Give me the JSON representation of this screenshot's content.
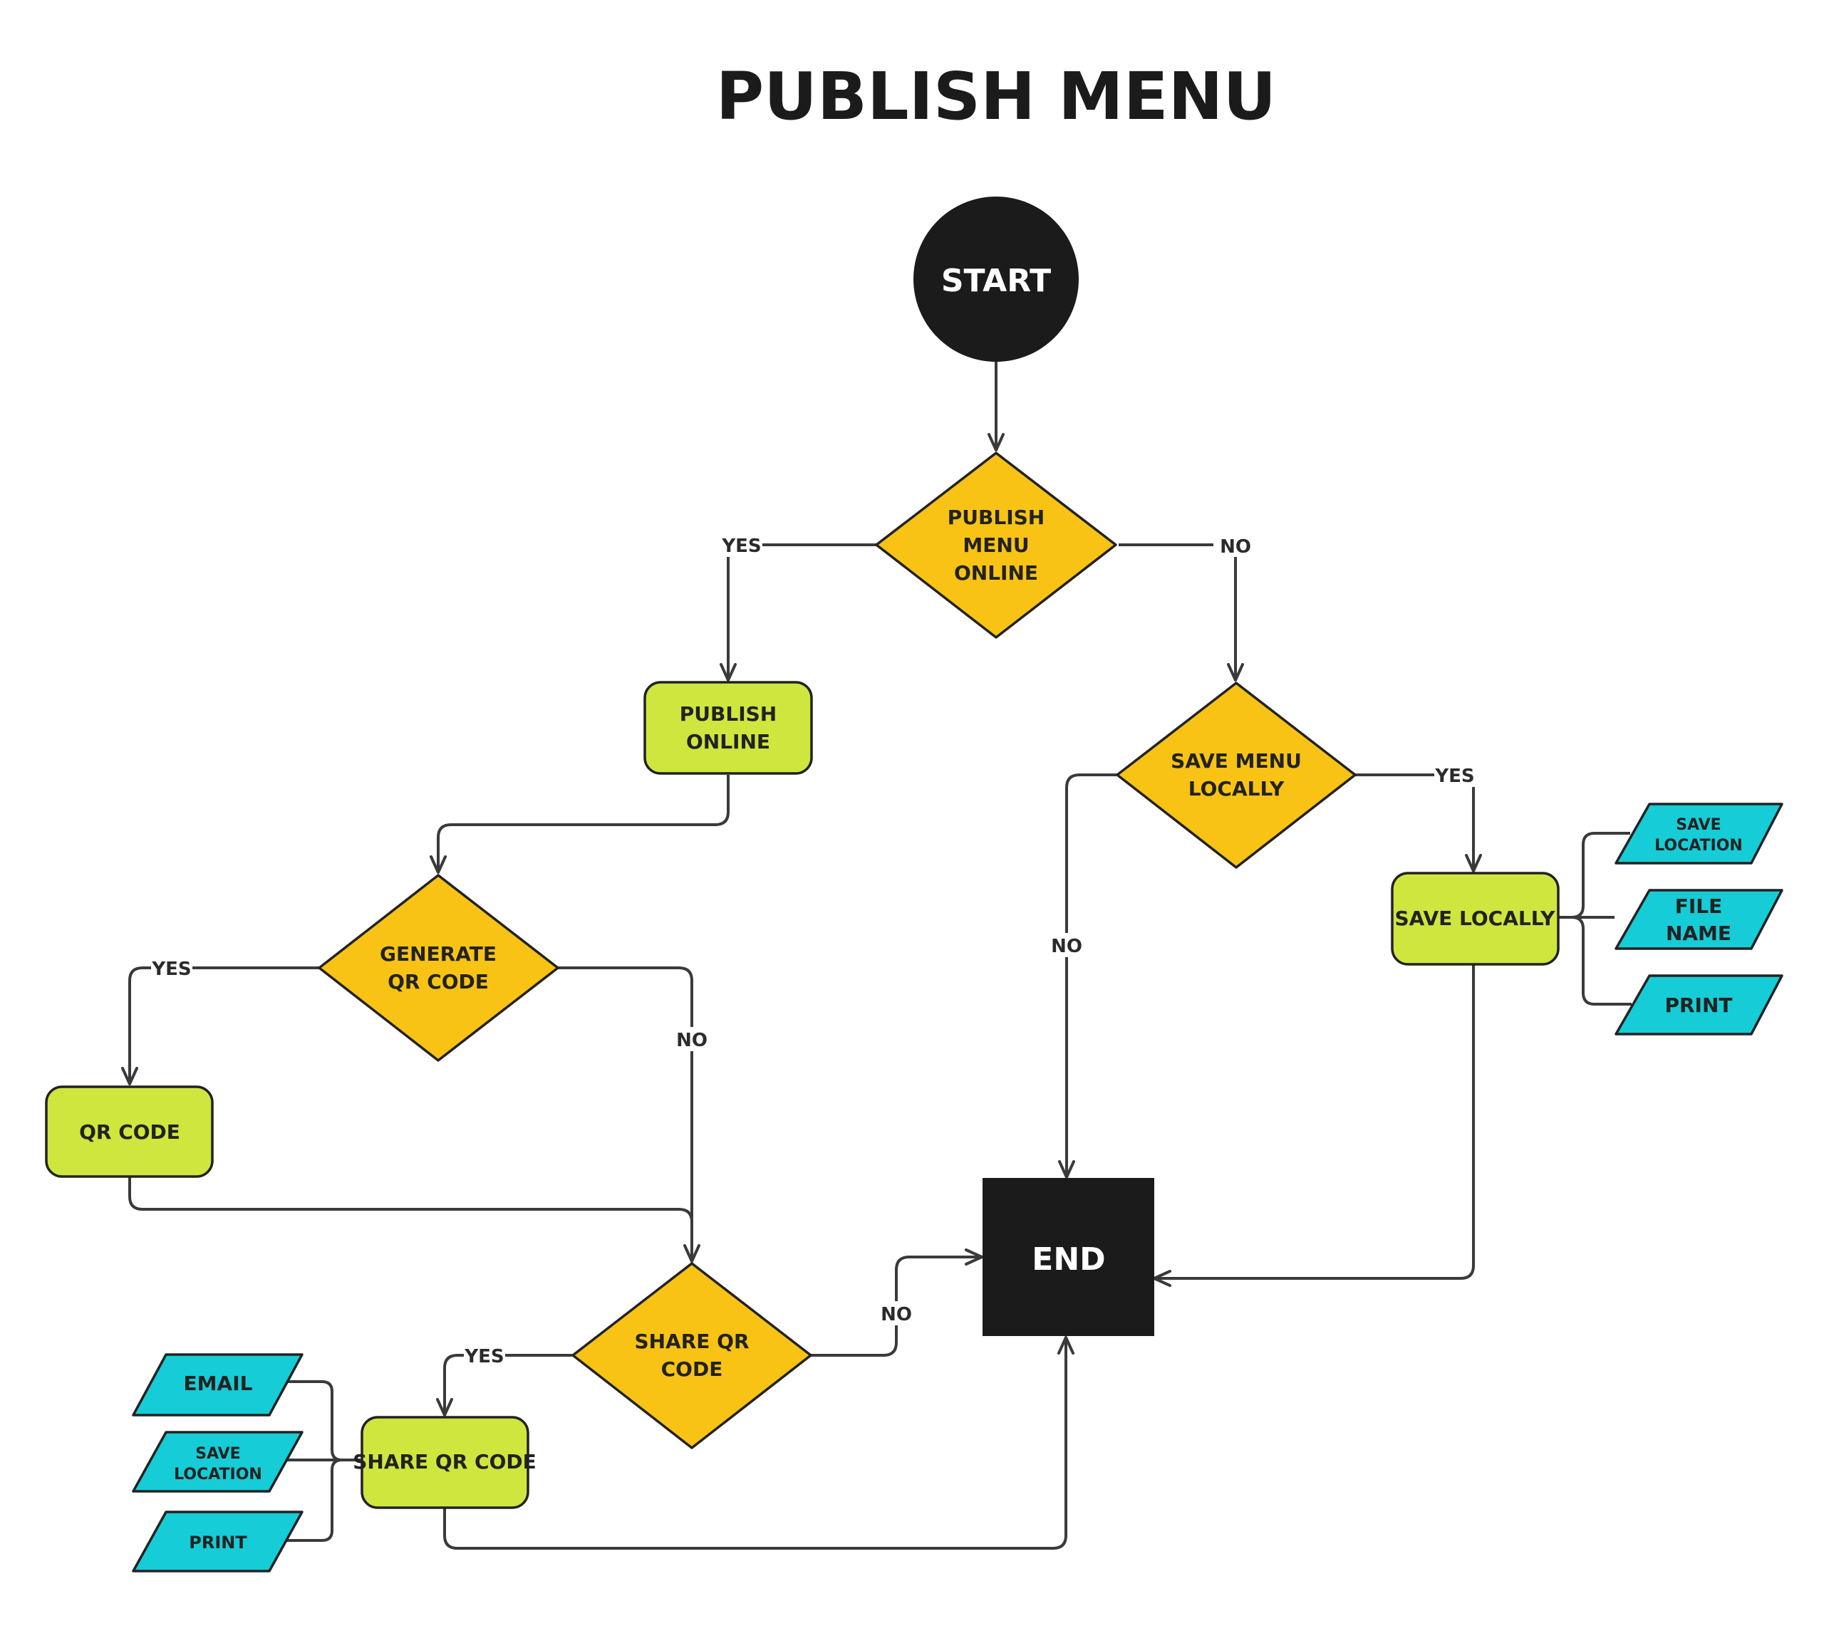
{
  "title": "PUBLISH MENU",
  "colors": {
    "terminal": "#1b1b1b",
    "decision": "#f8c314",
    "process": "#cfe63f",
    "io": "#16ccd6",
    "stroke": "#222222",
    "line": "#3a3a3a",
    "label": "#2b2b2b"
  },
  "nodes": {
    "start": "START",
    "publish_menu_online": [
      "PUBLISH",
      "MENU",
      "ONLINE"
    ],
    "publish_online": [
      "PUBLISH",
      "ONLINE"
    ],
    "generate_qr_code": [
      "GENERATE",
      "QR CODE"
    ],
    "qr_code": "QR CODE",
    "share_qr_decision": [
      "SHARE QR",
      "CODE"
    ],
    "share_qr_code": "SHARE QR CODE",
    "save_menu_locally": [
      "SAVE MENU",
      "LOCALLY"
    ],
    "save_locally": "SAVE LOCALLY",
    "end": "END",
    "email": "EMAIL",
    "save_location_left": [
      "SAVE",
      "LOCATION"
    ],
    "print_left": "PRINT",
    "save_location_right": [
      "SAVE",
      "LOCATION"
    ],
    "file_name": [
      "FILE",
      "NAME"
    ],
    "print_right": "PRINT"
  },
  "edge_labels": {
    "publish_yes": "YES",
    "publish_no": "NO",
    "save_yes": "YES",
    "save_no": "NO",
    "generate_yes": "YES",
    "generate_no": "NO",
    "share_yes": "YES",
    "share_no": "NO"
  }
}
